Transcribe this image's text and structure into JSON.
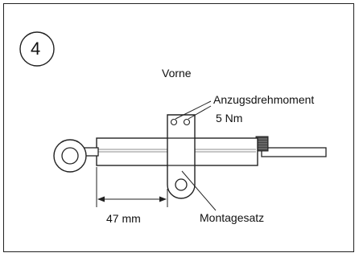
{
  "figure": {
    "step_number": "4",
    "labels": {
      "front": "Vorne",
      "torque_title": "Anzugsdrehmoment",
      "torque_value": "5 Nm",
      "distance": "47 mm",
      "mounting_kit": "Montagesatz"
    }
  }
}
